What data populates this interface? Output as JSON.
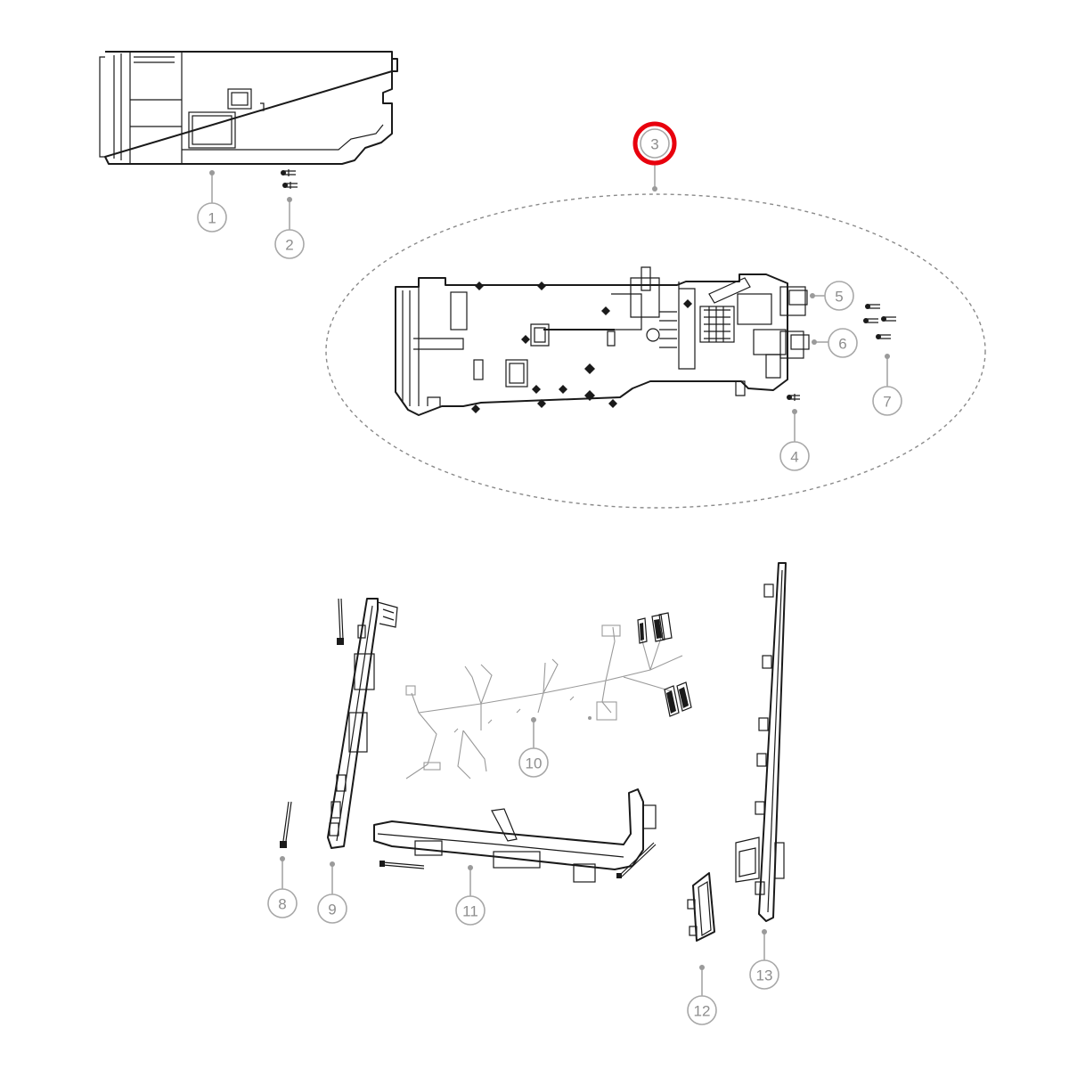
{
  "diagram": {
    "highlight_color": "#e8000d",
    "highlighted_callout": "3",
    "callouts": [
      {
        "id": "c1",
        "label": "1"
      },
      {
        "id": "c2",
        "label": "2"
      },
      {
        "id": "c3",
        "label": "3"
      },
      {
        "id": "c4",
        "label": "4"
      },
      {
        "id": "c5",
        "label": "5"
      },
      {
        "id": "c6",
        "label": "6"
      },
      {
        "id": "c7",
        "label": "7"
      },
      {
        "id": "c8",
        "label": "8"
      },
      {
        "id": "c9",
        "label": "9"
      },
      {
        "id": "c10",
        "label": "10"
      },
      {
        "id": "c11",
        "label": "11"
      },
      {
        "id": "c12",
        "label": "12"
      },
      {
        "id": "c13",
        "label": "13"
      }
    ]
  }
}
